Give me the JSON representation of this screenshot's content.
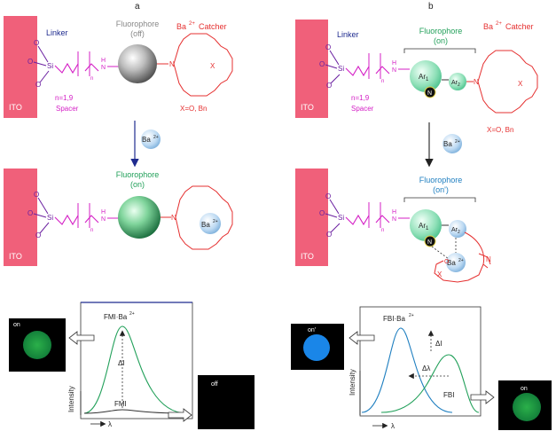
{
  "panel_a": {
    "label": "a",
    "ito": "ITO",
    "linker": "Linker",
    "fluorophore_off": [
      "Fluorophore",
      "(off)"
    ],
    "catcher": "Catcher",
    "spacer_n": "n=1,9",
    "spacer": "Spacer",
    "x_options": "X=O, Bn",
    "ba_ion": "Ba",
    "ba_sup": "2+",
    "fluorophore_on": [
      "Fluorophore",
      "(on)"
    ],
    "complex_label": "FMI·Ba",
    "free_label": "FMI",
    "intensity": "Intensity",
    "lambda": "λ",
    "delta_i": "ΔI",
    "on": "on",
    "off": "off"
  },
  "panel_b": {
    "label": "b",
    "ito": "ITO",
    "linker": "Linker",
    "fluorophore_on": [
      "Fluorophore",
      "(on)"
    ],
    "catcher": "Catcher",
    "spacer_n": "n=1,9",
    "spacer": "Spacer",
    "x_options": "X=O, Bn",
    "ba_ion": "Ba",
    "ba_sup": "2+",
    "fluorophore_on2": [
      "Fluorophore",
      "(on')"
    ],
    "complex_label": "FBI·Ba",
    "free_label": "FBI",
    "intensity": "Intensity",
    "lambda": "λ",
    "delta_i": "ΔI",
    "delta_lambda": "Δλ",
    "on_prime": "on'",
    "on": "on"
  },
  "atoms": {
    "si": "Si",
    "o": "O",
    "n": "N",
    "h": "H",
    "x": "X",
    "nsub": "n"
  },
  "colors": {
    "ito": "#f0607a",
    "linker": "#1f2b8f",
    "spacer": "#d41fc5",
    "catcher": "#e53030",
    "fluoro_on": "#22a05a",
    "fluoro_b2": "#1f7fc0",
    "ring_green": "#1aa266",
    "blue_spot": "#1a86e8",
    "green_spot": "#1e9a3c"
  }
}
